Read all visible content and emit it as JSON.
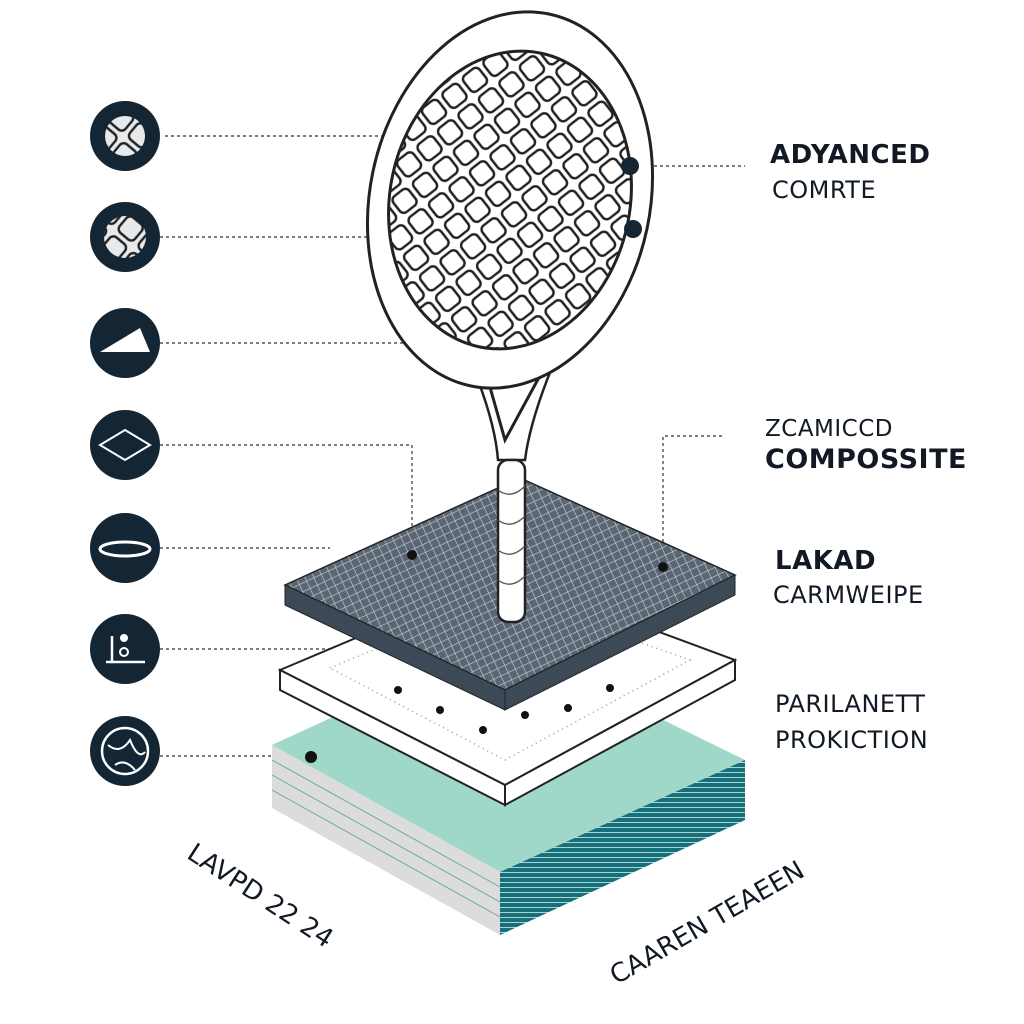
{
  "labels": {
    "racket": {
      "title": "ADYANCED",
      "subtitle": "COMRTE"
    },
    "composite": {
      "top": "ZCAMICCD",
      "title": "COMPOSSITE"
    },
    "layer": {
      "title": "LAKAD",
      "subtitle": "CARMWEIPE"
    },
    "protection": {
      "line1": "PARILANETT",
      "line2": "PROKICTION"
    },
    "bottom_left": "LAVPD 22 24",
    "bottom_right": "CAAREN TEAEEN"
  },
  "icons": [
    "mesh-icon",
    "weave-icon",
    "blade-icon",
    "diamond-icon",
    "ring-icon",
    "grip-icon",
    "globe-icon"
  ],
  "colors": {
    "dark": "#142633",
    "teal": "#9fd8c8",
    "teal_edge": "#16707a",
    "grey": "#dcdcdc"
  }
}
